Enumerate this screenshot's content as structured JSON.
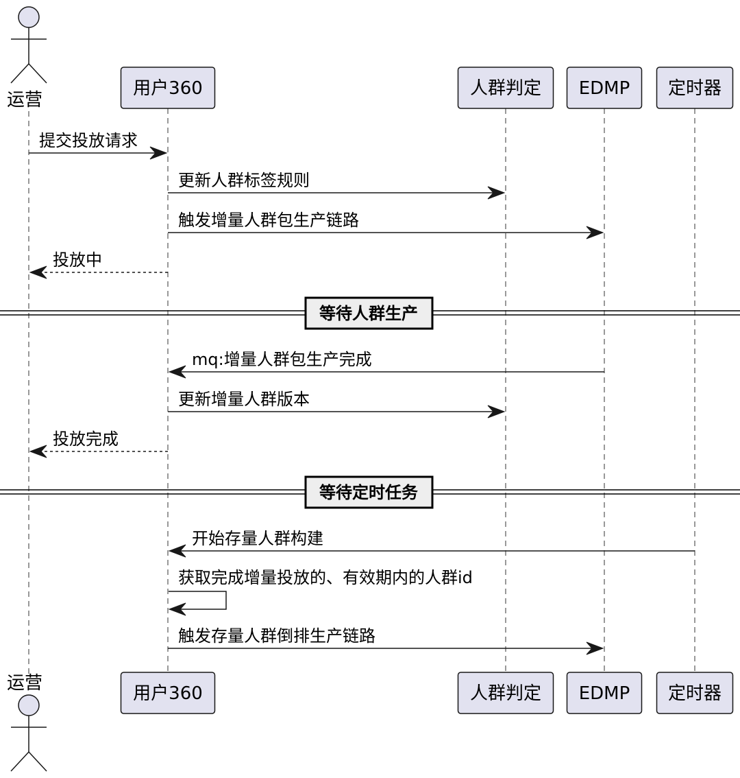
{
  "participants": [
    {
      "id": "ops",
      "label": "运营",
      "kind": "actor"
    },
    {
      "id": "u360",
      "label": "用户360",
      "kind": "box"
    },
    {
      "id": "crowd",
      "label": "人群判定",
      "kind": "box"
    },
    {
      "id": "edmp",
      "label": "EDMP",
      "kind": "box"
    },
    {
      "id": "timer",
      "label": "定时器",
      "kind": "box"
    }
  ],
  "steps": [
    {
      "type": "msg",
      "from": "ops",
      "to": "u360",
      "label": "提交投放请求",
      "style": "solid"
    },
    {
      "type": "msg",
      "from": "u360",
      "to": "crowd",
      "label": "更新人群标签规则",
      "style": "solid"
    },
    {
      "type": "msg",
      "from": "u360",
      "to": "edmp",
      "label": "触发增量人群包生产链路",
      "style": "solid"
    },
    {
      "type": "msg",
      "from": "u360",
      "to": "ops",
      "label": "投放中",
      "style": "dashed"
    },
    {
      "type": "divider",
      "label": "等待人群生产"
    },
    {
      "type": "msg",
      "from": "edmp",
      "to": "u360",
      "label": "mq:增量人群包生产完成",
      "style": "solid"
    },
    {
      "type": "msg",
      "from": "u360",
      "to": "crowd",
      "label": "更新增量人群版本",
      "style": "solid"
    },
    {
      "type": "msg",
      "from": "u360",
      "to": "ops",
      "label": "投放完成",
      "style": "dashed"
    },
    {
      "type": "divider",
      "label": "等待定时任务"
    },
    {
      "type": "msg",
      "from": "timer",
      "to": "u360",
      "label": "开始存量人群构建",
      "style": "solid"
    },
    {
      "type": "self",
      "from": "u360",
      "to": "u360",
      "label": "获取完成增量投放的、有效期内的人群id",
      "style": "solid"
    },
    {
      "type": "msg",
      "from": "u360",
      "to": "edmp",
      "label": "触发存量人群倒排生产链路",
      "style": "solid"
    }
  ],
  "colors": {
    "participant_fill": "#e2e2f0",
    "participant_stroke": "#181818",
    "lifeline": "#555555",
    "arrow": "#181818",
    "divider_box_fill": "#eeeeee"
  }
}
